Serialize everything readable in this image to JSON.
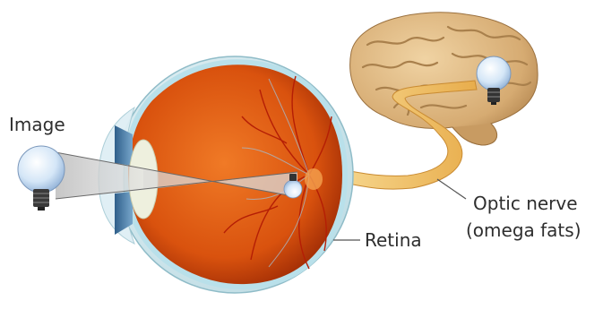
{
  "labels": {
    "image": "Image",
    "retina": "Retina",
    "optic_nerve_line1": "Optic nerve",
    "optic_nerve_line2": "(omega fats)"
  },
  "colors": {
    "sclera": "#d7ecf1",
    "eye_interior": "#e05a12",
    "eye_interior_dark": "#9e2b05",
    "iris": "#4f86b0",
    "lens": "#e9ecd6",
    "nerve": "#f2c36a",
    "brain": "#e0b985",
    "brain_dark": "#b58c58",
    "bulb_glass": "#cfe2f5",
    "light_beam": "#cfcfcf",
    "label_text": "#2e2e2e",
    "leader_line": "#555555"
  },
  "icons": {
    "light_bulb_source": "light-bulb-icon",
    "light_bulb_inverted_image": "light-bulb-icon",
    "light_bulb_brain": "light-bulb-icon"
  }
}
